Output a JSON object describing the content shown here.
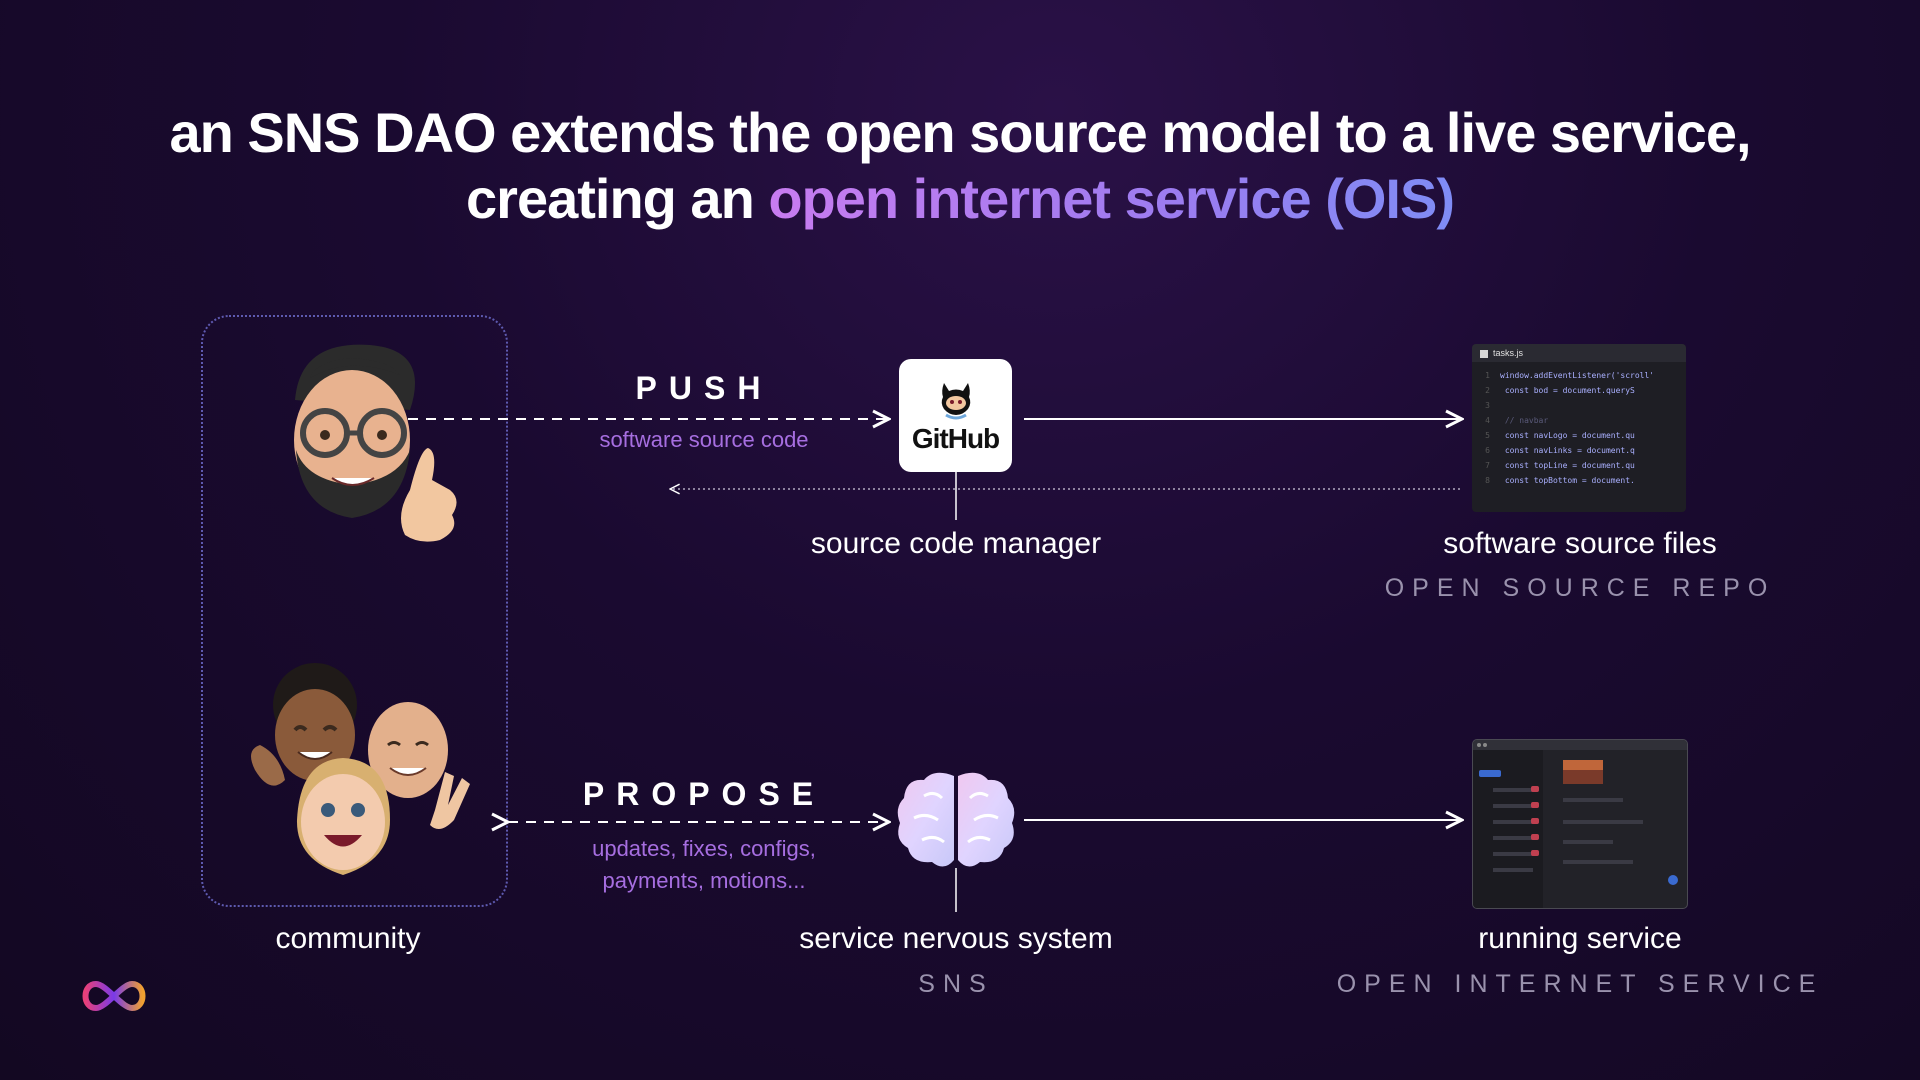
{
  "title": {
    "line1": "an SNS DAO extends the open source model to a live service,",
    "line2_prefix": "creating an ",
    "line2_accent": "open internet service (OIS)"
  },
  "top_flow": {
    "verb": "PUSH",
    "sublabel": "software source code",
    "node_label": "source code manager",
    "card_text": "GitHub",
    "target_label": "software source files",
    "target_caption": "OPEN SOURCE REPO"
  },
  "bottom_flow": {
    "verb": "PROPOSE",
    "sublabel_line1": "updates, fixes, configs,",
    "sublabel_line2": "payments, motions...",
    "node_label": "service nervous system",
    "node_caption": "SNS",
    "target_label": "running service",
    "target_caption": "OPEN INTERNET SERVICE"
  },
  "community": {
    "label": "community"
  },
  "code_file": {
    "tab": "tasks.js",
    "lines": [
      {
        "n": "1",
        "code": "window.addEventListener('scroll'"
      },
      {
        "n": "2",
        "code": "    const bod = document.queryS"
      },
      {
        "n": "3",
        "code": ""
      },
      {
        "n": "4",
        "code": "    // navbar"
      },
      {
        "n": "5",
        "code": "    const navLogo = document.qu"
      },
      {
        "n": "6",
        "code": "    const navLinks = document.q"
      },
      {
        "n": "7",
        "code": "    const topLine = document.qu"
      },
      {
        "n": "8",
        "code": "    const topBottom = document."
      }
    ]
  },
  "colors": {
    "accent_purple": "#c87cf0",
    "accent_blue": "#7f8cf5",
    "box_border": "#5e5ab0",
    "caption_gray": "#9a92ad",
    "sublabel_purple": "#a66ee0"
  }
}
